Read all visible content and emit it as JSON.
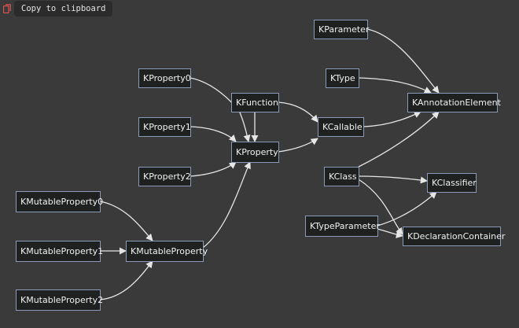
{
  "toolbar": {
    "copy_label": "Copy to clipboard",
    "copy_icon": "copy-icon",
    "accent_color": "#e05555"
  },
  "diagram": {
    "nodes": [
      {
        "id": "KParameter",
        "label": "KParameter"
      },
      {
        "id": "KType",
        "label": "KType"
      },
      {
        "id": "KAnnotationElement",
        "label": "KAnnotationElement"
      },
      {
        "id": "KProperty0",
        "label": "KProperty0"
      },
      {
        "id": "KFunction",
        "label": "KFunction"
      },
      {
        "id": "KCallable",
        "label": "KCallable"
      },
      {
        "id": "KProperty1",
        "label": "KProperty1"
      },
      {
        "id": "KProperty",
        "label": "KProperty"
      },
      {
        "id": "KProperty2",
        "label": "KProperty2"
      },
      {
        "id": "KClass",
        "label": "KClass"
      },
      {
        "id": "KClassifier",
        "label": "KClassifier"
      },
      {
        "id": "KMutableProperty0",
        "label": "KMutableProperty0"
      },
      {
        "id": "KTypeParameter",
        "label": "KTypeParameter"
      },
      {
        "id": "KDeclarationContainer",
        "label": "KDeclarationContainer"
      },
      {
        "id": "KMutableProperty1",
        "label": "KMutableProperty1"
      },
      {
        "id": "KMutableProperty",
        "label": "KMutableProperty"
      },
      {
        "id": "KMutableProperty2",
        "label": "KMutableProperty2"
      }
    ],
    "edges": [
      {
        "from": "KParameter",
        "to": "KAnnotationElement"
      },
      {
        "from": "KType",
        "to": "KAnnotationElement"
      },
      {
        "from": "KCallable",
        "to": "KAnnotationElement"
      },
      {
        "from": "KClass",
        "to": "KAnnotationElement"
      },
      {
        "from": "KFunction",
        "to": "KCallable"
      },
      {
        "from": "KProperty",
        "to": "KCallable"
      },
      {
        "from": "KProperty0",
        "to": "KProperty"
      },
      {
        "from": "KProperty1",
        "to": "KProperty"
      },
      {
        "from": "KProperty2",
        "to": "KProperty"
      },
      {
        "from": "KFunction",
        "to": "KProperty"
      },
      {
        "from": "KMutableProperty",
        "to": "KProperty"
      },
      {
        "from": "KMutableProperty0",
        "to": "KMutableProperty"
      },
      {
        "from": "KMutableProperty1",
        "to": "KMutableProperty"
      },
      {
        "from": "KMutableProperty2",
        "to": "KMutableProperty"
      },
      {
        "from": "KClass",
        "to": "KClassifier"
      },
      {
        "from": "KTypeParameter",
        "to": "KClassifier"
      },
      {
        "from": "KClass",
        "to": "KDeclarationContainer"
      },
      {
        "from": "KTypeParameter",
        "to": "KDeclarationContainer"
      }
    ]
  }
}
